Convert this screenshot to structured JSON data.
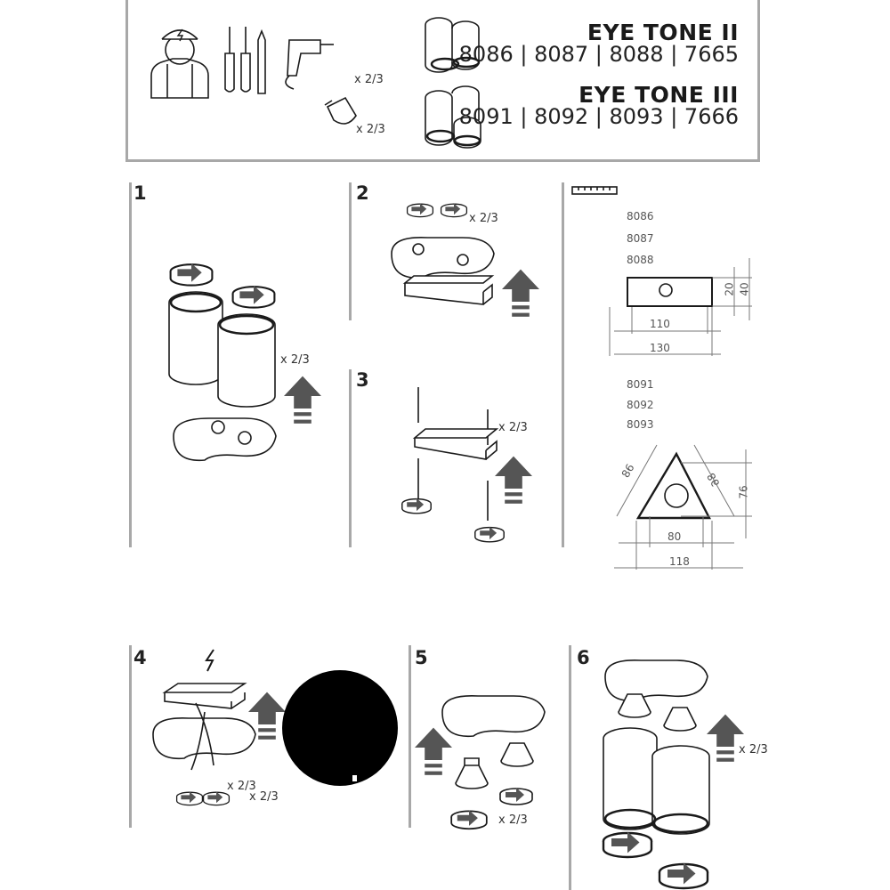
{
  "header": {
    "product_1": {
      "name": "EYE TONE II",
      "codes": "8086 | 8087 | 8088 | 7665"
    },
    "product_2": {
      "name": "EYE TONE III",
      "codes": "8091 | 8092 | 8093 | 7666"
    },
    "drill_qty": "x 2/3",
    "bulb_qty": "x 2/3",
    "icons": [
      "electrician-icon",
      "screwdrivers-icon",
      "drill-icon",
      "gu10-bulb-icon"
    ]
  },
  "steps": [
    {
      "number": "1",
      "qty": "x 2/3"
    },
    {
      "number": "2",
      "qty": "x 2/3"
    },
    {
      "number": "3",
      "qty": "x 2/3"
    },
    {
      "number": "4",
      "qty_1": "x 2/3",
      "qty_2": "x 2/3"
    },
    {
      "number": "5",
      "qty": "x 2/3"
    },
    {
      "number": "6",
      "qty": "x 2/3"
    }
  ],
  "dimensions": {
    "group_1": {
      "models": [
        "8086",
        "8087",
        "8088"
      ],
      "height_inner": "20",
      "height_outer": "40",
      "width_inner": "110",
      "width_outer": "130"
    },
    "group_2": {
      "models": [
        "8091",
        "8092",
        "8093"
      ],
      "side_left": "86",
      "side_right": "86",
      "height": "76",
      "width_inner": "80",
      "width_outer": "118"
    }
  },
  "colors": {
    "frame": "#a8a8a8",
    "arrow": "#555555",
    "ink": "#1a1a1a"
  }
}
